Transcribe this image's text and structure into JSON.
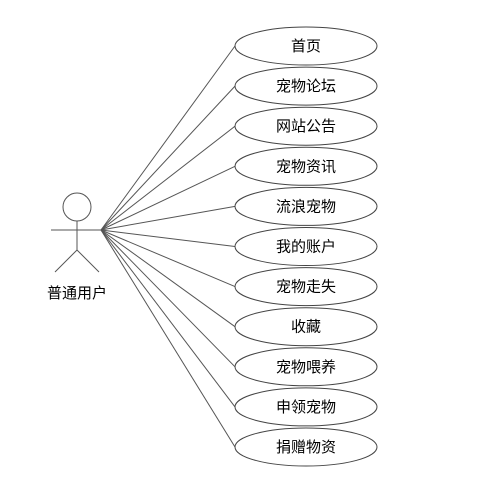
{
  "actor": {
    "label": "普通用户",
    "icon": "stick-figure-actor-icon"
  },
  "use_cases": [
    {
      "id": "home",
      "label": "首页"
    },
    {
      "id": "pet-forum",
      "label": "宠物论坛"
    },
    {
      "id": "site-announcement",
      "label": "网站公告"
    },
    {
      "id": "pet-news",
      "label": "宠物资讯"
    },
    {
      "id": "stray-pets",
      "label": "流浪宠物"
    },
    {
      "id": "my-account",
      "label": "我的账户"
    },
    {
      "id": "lost-pets",
      "label": "宠物走失"
    },
    {
      "id": "favorites",
      "label": "收藏"
    },
    {
      "id": "pet-feeding",
      "label": "宠物喂养"
    },
    {
      "id": "adopt-pet",
      "label": "申领宠物"
    },
    {
      "id": "donate-supplies",
      "label": "捐赠物资"
    }
  ]
}
